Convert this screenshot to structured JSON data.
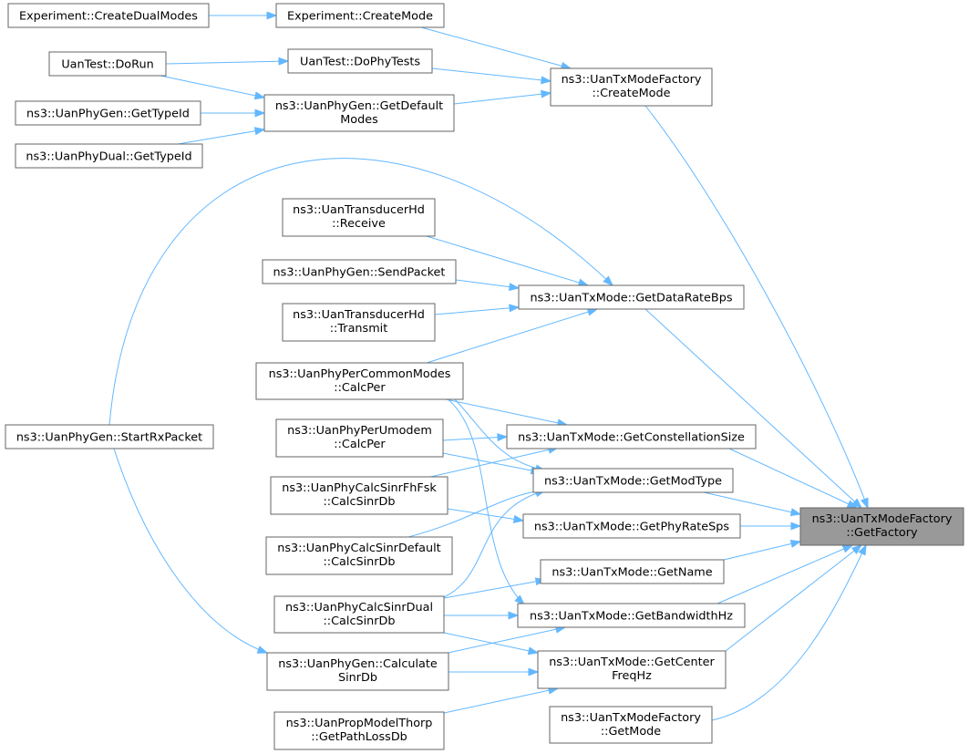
{
  "colors": {
    "edge": "#63b8ff",
    "node_border": "#666666",
    "node_fill": "#ffffff",
    "focus_fill": "#999999",
    "text": "#000000"
  },
  "focus_node": 18,
  "nodes": [
    {
      "lines": [
        "Experiment::CreateDualModes"
      ]
    },
    {
      "lines": [
        "Experiment::CreateMode"
      ]
    },
    {
      "lines": [
        "UanTest::DoRun"
      ]
    },
    {
      "lines": [
        "UanTest::DoPhyTests"
      ]
    },
    {
      "lines": [
        "ns3::UanTxModeFactory",
        "::CreateMode"
      ]
    },
    {
      "lines": [
        "ns3::UanPhyGen::GetTypeId"
      ]
    },
    {
      "lines": [
        "ns3::UanPhyGen::GetDefault",
        "Modes"
      ]
    },
    {
      "lines": [
        "ns3::UanPhyDual::GetTypeId"
      ]
    },
    {
      "lines": [
        "ns3::UanTransducerHd",
        "::Receive"
      ]
    },
    {
      "lines": [
        "ns3::UanPhyGen::SendPacket"
      ]
    },
    {
      "lines": [
        "ns3::UanTxMode::GetDataRateBps"
      ]
    },
    {
      "lines": [
        "ns3::UanTransducerHd",
        "::Transmit"
      ]
    },
    {
      "lines": [
        "ns3::UanPhyPerCommonModes",
        "::CalcPer"
      ]
    },
    {
      "lines": [
        "ns3::UanPhyGen::StartRxPacket"
      ]
    },
    {
      "lines": [
        "ns3::UanTxMode::GetConstellationSize"
      ]
    },
    {
      "lines": [
        "ns3::UanPhyPerUmodem",
        "::CalcPer"
      ]
    },
    {
      "lines": [
        "ns3::UanTxMode::GetModType"
      ]
    },
    {
      "lines": [
        "ns3::UanPhyCalcSinrFhFsk",
        "::CalcSinrDb"
      ]
    },
    {
      "lines": [
        "ns3::UanTxModeFactory",
        "::GetFactory"
      ]
    },
    {
      "lines": [
        "ns3::UanTxMode::GetPhyRateSps"
      ]
    },
    {
      "lines": [
        "ns3::UanPhyCalcSinrDefault",
        "::CalcSinrDb"
      ]
    },
    {
      "lines": [
        "ns3::UanTxMode::GetName"
      ]
    },
    {
      "lines": [
        "ns3::UanPhyCalcSinrDual",
        "::CalcSinrDb"
      ]
    },
    {
      "lines": [
        "ns3::UanTxMode::GetBandwidthHz"
      ]
    },
    {
      "lines": [
        "ns3::UanPhyGen::Calculate",
        "SinrDb"
      ]
    },
    {
      "lines": [
        "ns3::UanTxMode::GetCenter",
        "FreqHz"
      ]
    },
    {
      "lines": [
        "ns3::UanPropModelThorp",
        "::GetPathLossDb"
      ]
    },
    {
      "lines": [
        "ns3::UanTxModeFactory",
        "::GetMode"
      ]
    }
  ],
  "edges": [
    {
      "from": 0,
      "to": 1
    },
    {
      "from": 1,
      "to": 4
    },
    {
      "from": 2,
      "to": 3
    },
    {
      "from": 2,
      "to": 6
    },
    {
      "from": 3,
      "to": 4
    },
    {
      "from": 5,
      "to": 6
    },
    {
      "from": 7,
      "to": 6
    },
    {
      "from": 6,
      "to": 4
    },
    {
      "from": 4,
      "to": 18
    },
    {
      "from": 13,
      "to": 10
    },
    {
      "from": 8,
      "to": 10
    },
    {
      "from": 9,
      "to": 10
    },
    {
      "from": 11,
      "to": 10
    },
    {
      "from": 12,
      "to": 10
    },
    {
      "from": 10,
      "to": 18
    },
    {
      "from": 12,
      "to": 14
    },
    {
      "from": 12,
      "to": 16
    },
    {
      "from": 12,
      "to": 23
    },
    {
      "from": 15,
      "to": 14
    },
    {
      "from": 15,
      "to": 16
    },
    {
      "from": 17,
      "to": 14
    },
    {
      "from": 17,
      "to": 19
    },
    {
      "from": 20,
      "to": 16
    },
    {
      "from": 22,
      "to": 16
    },
    {
      "from": 22,
      "to": 21
    },
    {
      "from": 22,
      "to": 23
    },
    {
      "from": 22,
      "to": 25
    },
    {
      "from": 24,
      "to": 23
    },
    {
      "from": 24,
      "to": 25
    },
    {
      "from": 26,
      "to": 25
    },
    {
      "from": 13,
      "to": 24
    },
    {
      "from": 14,
      "to": 18
    },
    {
      "from": 16,
      "to": 18
    },
    {
      "from": 19,
      "to": 18
    },
    {
      "from": 21,
      "to": 18
    },
    {
      "from": 23,
      "to": 18
    },
    {
      "from": 25,
      "to": 18
    },
    {
      "from": 27,
      "to": 18
    }
  ]
}
